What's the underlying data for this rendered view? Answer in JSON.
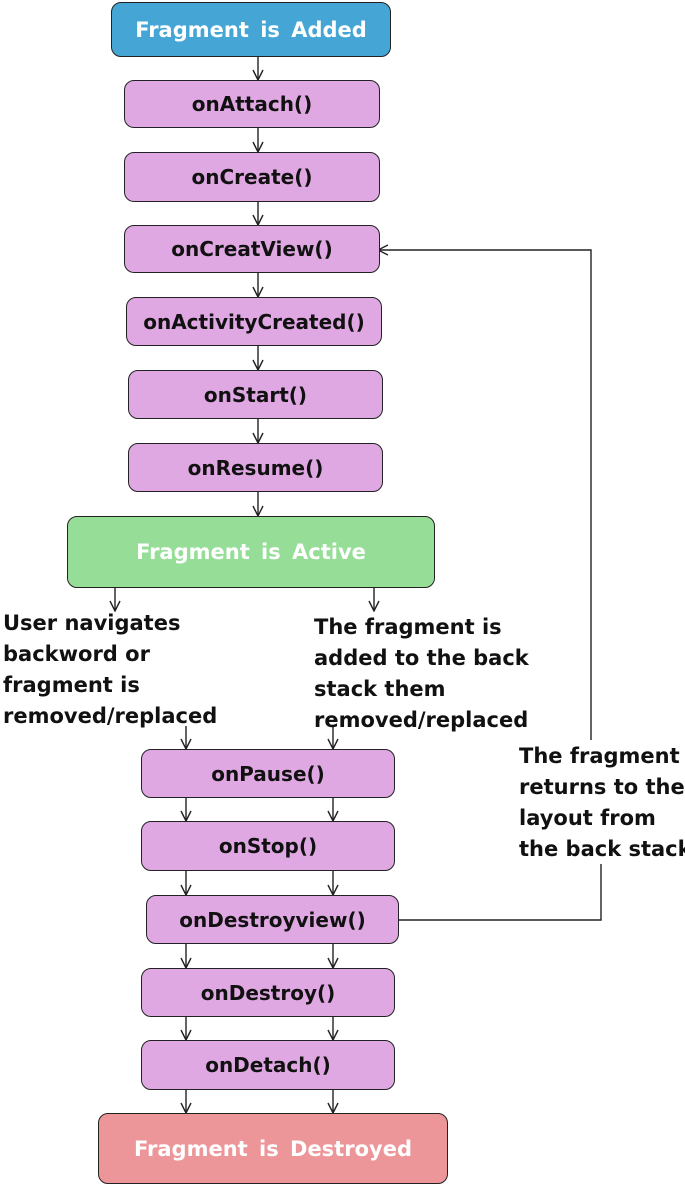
{
  "colors": {
    "added": "#45a5d4",
    "active": "#96de98",
    "destroyed": "#ed9699",
    "method": "#e0a8e3",
    "line": "#222222"
  },
  "states": {
    "added": "Fragment  is Added",
    "active": "Fragment  is  Active",
    "destroyed": "Fragment  is  Destroyed"
  },
  "methods": {
    "on_attach": "onAttach()",
    "on_create": "onCreate()",
    "on_create_view": "onCreatView()",
    "on_activity_created": "onActivityCreated()",
    "on_start": "onStart()",
    "on_resume": "onResume()",
    "on_pause": "onPause()",
    "on_stop": "onStop()",
    "on_destroy_view": "onDestroyview()",
    "on_destroy": "onDestroy()",
    "on_detach": "onDetach()"
  },
  "notes": {
    "user_navigates": [
      "User navigates",
      "backword or",
      "fragment is",
      "removed/replaced"
    ],
    "back_stack_added": [
      "The fragment is",
      "added to the back",
      "stack them",
      "removed/replaced"
    ],
    "returns_from_back_stack": [
      "The fragment",
      "returns to the",
      "layout from",
      "the back stack"
    ]
  }
}
